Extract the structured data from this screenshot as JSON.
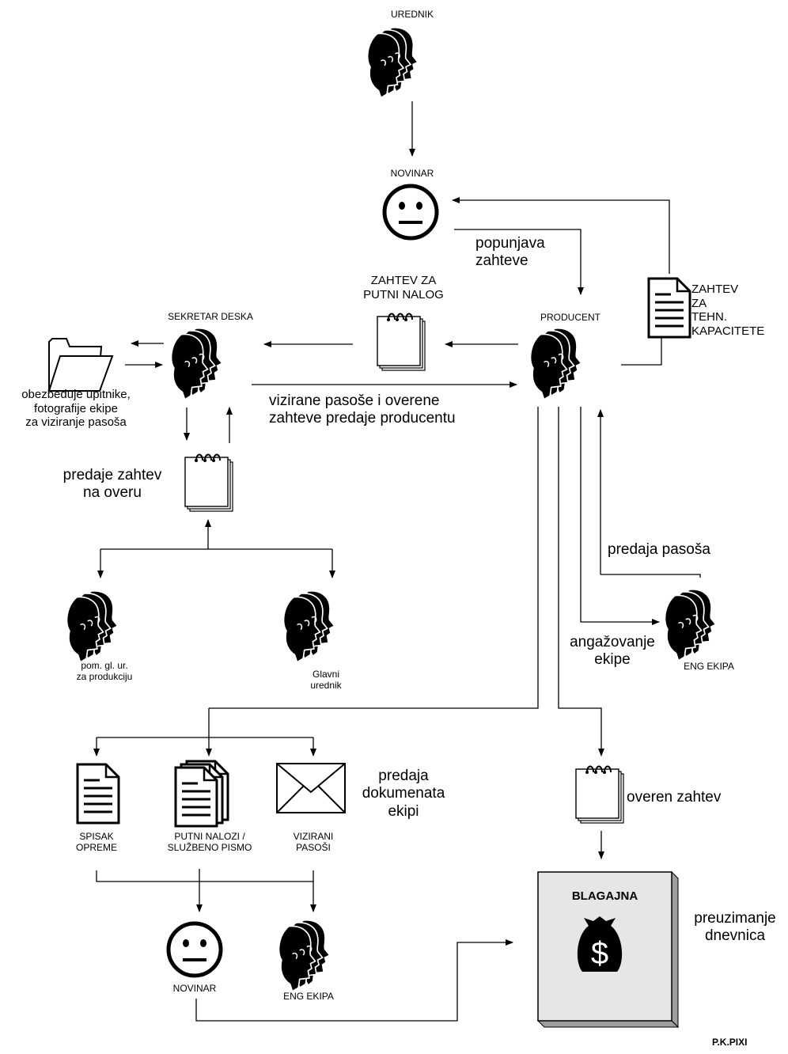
{
  "nodes": {
    "urednik": "UREDNIK",
    "novinar_top": "NOVINAR",
    "producent": "PRODUCENT",
    "sekretar": "SEKRETAR DESKA",
    "zahtev_tehn": "ZAHTEV\nZA\nTEHN.\nKAPACITETE",
    "zahtev_putni": "ZAHTEV ZA\nPUTNI NALOG",
    "pom_gl_ur": "pom. gl. ur.\nza produkciju",
    "glavni_urednik": "Glavni\nurednik",
    "eng_ekipa_right": "ENG EKIPA",
    "spisak": "SPISAK\nOPREME",
    "putni_nalozi": "PUTNI NALOZI /\nSLUŽBENO PISMO",
    "vizirani": "VIZIRANI\nPASOŠI",
    "novinar_bottom": "NOVINAR",
    "eng_ekipa_bottom": "ENG EKIPA",
    "blagajna": "BLAGAJNA"
  },
  "labels": {
    "popunjava": "popunjava\nzahteve",
    "obezbedjuje": "obezbeđuje upitnike,\nfotografije ekipe\nza viziranje pasoša",
    "vizirane": "vizirane pasoše i overene\nzahteve predaje producentu",
    "predaje_zahtev": "predaje zahtev\nna overu",
    "predaja_pasosa": "predaja pasoša",
    "angazovanje": "angažovanje\nekipe",
    "predaja_dok": "predaja\ndokumenata\nekipi",
    "overen_zahtev": "overen zahtev",
    "preuzimanje": "preuzimanje\ndnevnica",
    "author": "P.K.PIXI"
  },
  "icons": {
    "people_group": "people-group-icon",
    "face": "neutral-face-icon",
    "notepad": "notepad-icon",
    "document": "document-icon",
    "folder": "folder-icon",
    "documents_stack": "document-stack-icon",
    "envelope": "envelope-icon",
    "money_bag": "money-bag-icon"
  },
  "colors": {
    "ink": "#000000",
    "box_face": "#e6e6e6",
    "box_side": "#c8c8c8"
  }
}
